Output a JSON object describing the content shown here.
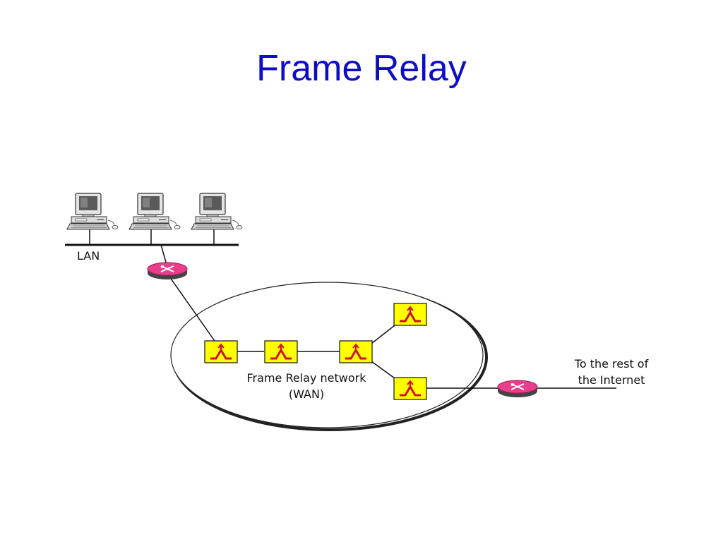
{
  "slide": {
    "title": "Frame Relay"
  },
  "diagram": {
    "lan_label": "LAN",
    "network_label_line1": "Frame Relay network",
    "network_label_line2": "(WAN)",
    "internet_label_line1": "To the rest of",
    "internet_label_line2": "the Internet",
    "computers": [
      "computer",
      "computer",
      "computer"
    ],
    "router_icon": "router-icon",
    "switch_icon": "frame-relay-switch-icon",
    "colors": {
      "title": "#0d0dc8",
      "router": "#e83e8c",
      "switch": "#ffff00",
      "switch_symbol": "#cc1133"
    }
  }
}
